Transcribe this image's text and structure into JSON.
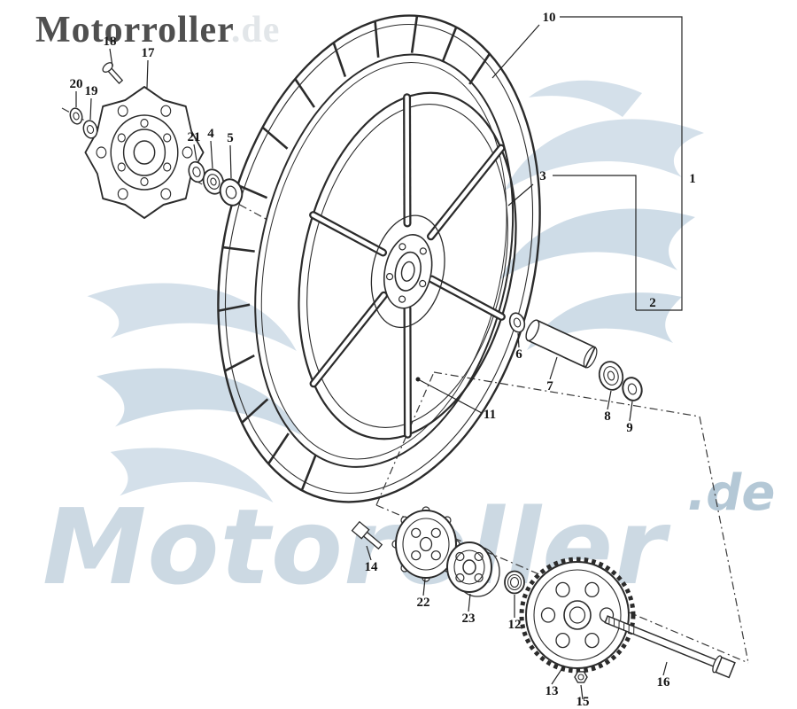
{
  "watermarks": {
    "top_text": "Motorroller",
    "top_suffix": ".de",
    "bottom_text": "Motoroller",
    "bottom_suffix": ".de"
  },
  "colors": {
    "line": "#2b2b2b",
    "watermark_blue": "#ccd9e3",
    "watermark_blue_dark": "#b4c8d6",
    "watermark_gray": "#4f4f4f"
  },
  "diagram": {
    "labels": {
      "n1": "1",
      "n2": "2",
      "n3": "3",
      "n4": "4",
      "n5": "5",
      "n6": "6",
      "n7": "7",
      "n8": "8",
      "n9": "9",
      "n10": "10",
      "n11": "11",
      "n12": "12",
      "n13": "13",
      "n14": "14",
      "n15": "15",
      "n16": "16",
      "n17": "17",
      "n18": "18",
      "n19": "19",
      "n20": "20",
      "n21": "21",
      "n22": "22",
      "n23": "23"
    }
  }
}
